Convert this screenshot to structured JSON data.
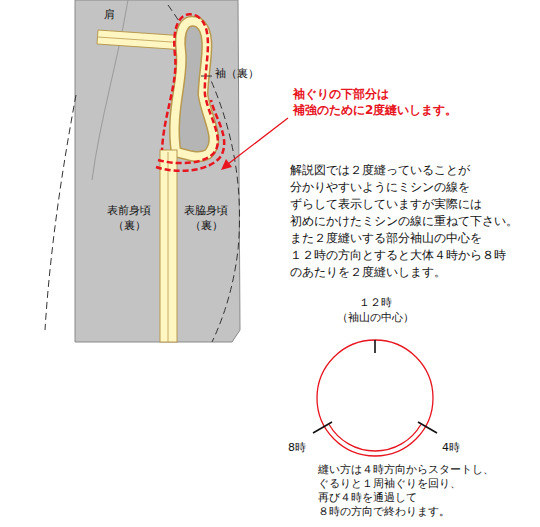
{
  "diagram": {
    "labels": [
      "肩",
      "袖（裏）",
      "袖ぐりの下部分は 補強のために2度縫いします。",
      "表前身頃 （裏）",
      "表脇身頃 （裏）",
      "解説図では２度縫っていることが 分かりやすいようにミシンの線を ずらして表示していますが実際には 初めにかけたミシンの線に重ねて下さい。 また２度縫いする部分袖山の中心を １２時の方向とすると大体４時から８時 のあたりを２度縫いします。",
      "１２時",
      "（袖山の中心）",
      "8時",
      "4時",
      "縫い方は４時方向からスタートし、 ぐるりと１周袖ぐりを回り、 再び４時を通過して ８時の方向で終わります。"
    ]
  }
}
